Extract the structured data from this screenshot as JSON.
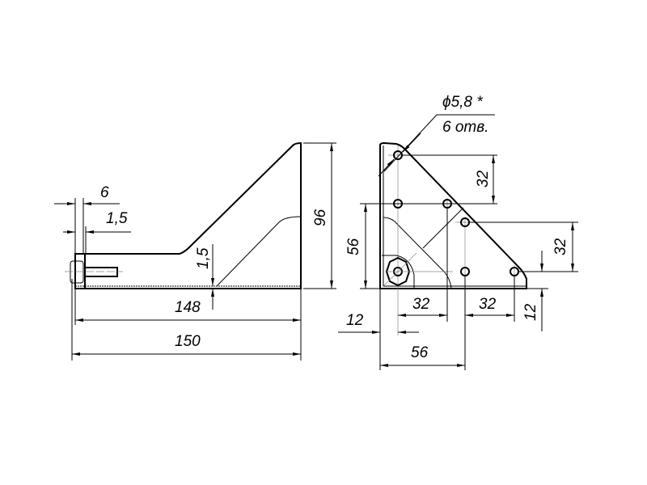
{
  "drawing": {
    "left_view": {
      "dimensions": {
        "bolt_offset": "6",
        "plate_thickness_top": "1,5",
        "plate_thickness_side": "1,5",
        "height": "96",
        "inner_length": "148",
        "total_length": "150"
      }
    },
    "right_view": {
      "hole_callout": {
        "diameter": "ϕ5,8 *",
        "count": "6 отв."
      },
      "dimensions": {
        "vertical_pitch_top": "32",
        "vertical_56": "56",
        "vertical_pitch_right": "32",
        "edge_offset_vertical": "12",
        "horizontal_pitch_left": "32",
        "horizontal_pitch_right": "32",
        "edge_offset_horizontal": "12",
        "horizontal_56": "56"
      }
    }
  }
}
